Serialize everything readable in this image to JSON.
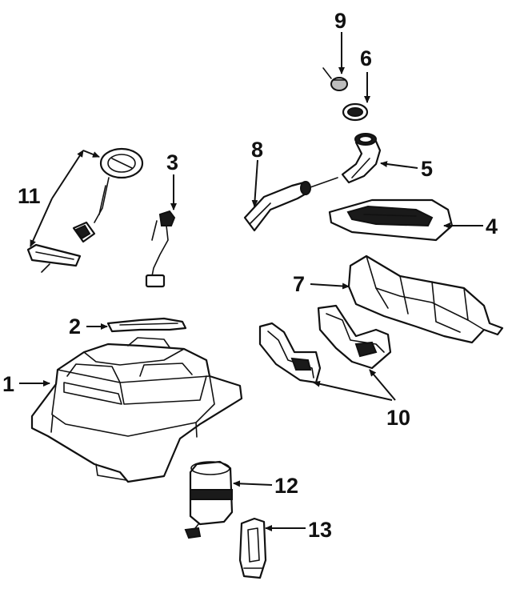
{
  "callouts": [
    {
      "id": "1",
      "label": "1",
      "part": "fuel-tank"
    },
    {
      "id": "2",
      "label": "2",
      "part": "tank-strap"
    },
    {
      "id": "3",
      "label": "3",
      "part": "sending-unit-wire"
    },
    {
      "id": "4",
      "label": "4",
      "part": "filler-shield"
    },
    {
      "id": "5",
      "label": "5",
      "part": "filler-neck-hose"
    },
    {
      "id": "6",
      "label": "6",
      "part": "filler-gasket"
    },
    {
      "id": "7",
      "label": "7",
      "part": "heat-shield"
    },
    {
      "id": "8",
      "label": "8",
      "part": "vent-hose"
    },
    {
      "id": "9",
      "label": "9",
      "part": "fuel-cap"
    },
    {
      "id": "10",
      "label": "10",
      "part": "insulator-pads"
    },
    {
      "id": "11",
      "label": "11",
      "part": "fuel-pump-sender-assembly"
    },
    {
      "id": "12",
      "label": "12",
      "part": "fuel-filter"
    },
    {
      "id": "13",
      "label": "13",
      "part": "filter-bracket"
    }
  ]
}
